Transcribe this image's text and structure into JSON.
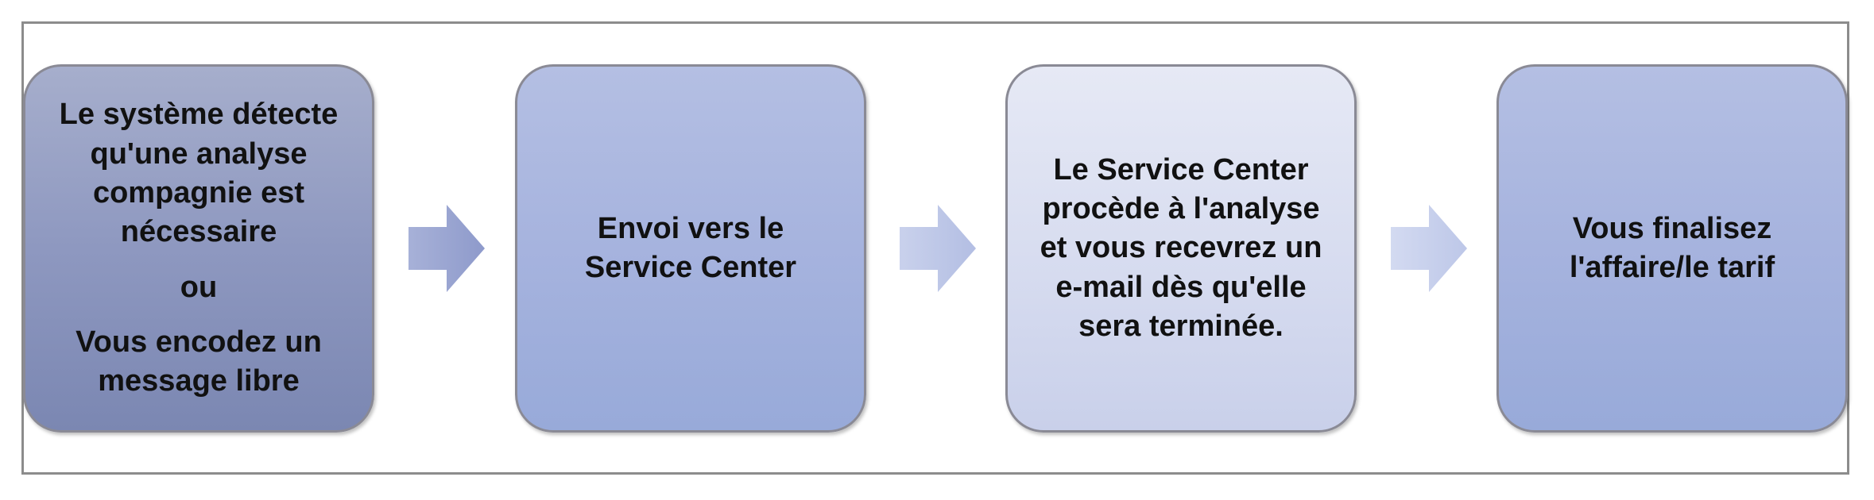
{
  "steps": [
    {
      "lines": [
        "Le système détecte\nqu'une analyse\ncompagnie est\nnécessaire",
        "ou",
        "Vous encodez un\nmessage libre"
      ]
    },
    {
      "lines": [
        "Envoi vers le\nService Center"
      ]
    },
    {
      "lines": [
        "Le Service Center\nprocède à l'analyse\net vous recevrez un\ne-mail dès qu'elle\nsera terminée."
      ]
    },
    {
      "lines": [
        "Vous finalisez\nl'affaire/le tarif"
      ]
    }
  ],
  "arrow_icons": [
    "right-arrow-icon",
    "right-arrow-icon",
    "right-arrow-icon"
  ],
  "colors": {
    "step1": "#8e98c0",
    "step2": "#a6b3de",
    "step3": "#d8ddf0",
    "step4": "#a6b3de",
    "arrow1": "#9aa5cf",
    "arrow2": "#bcc6e6",
    "arrow3": "#c7d0ec",
    "border": "#8a8a95"
  }
}
